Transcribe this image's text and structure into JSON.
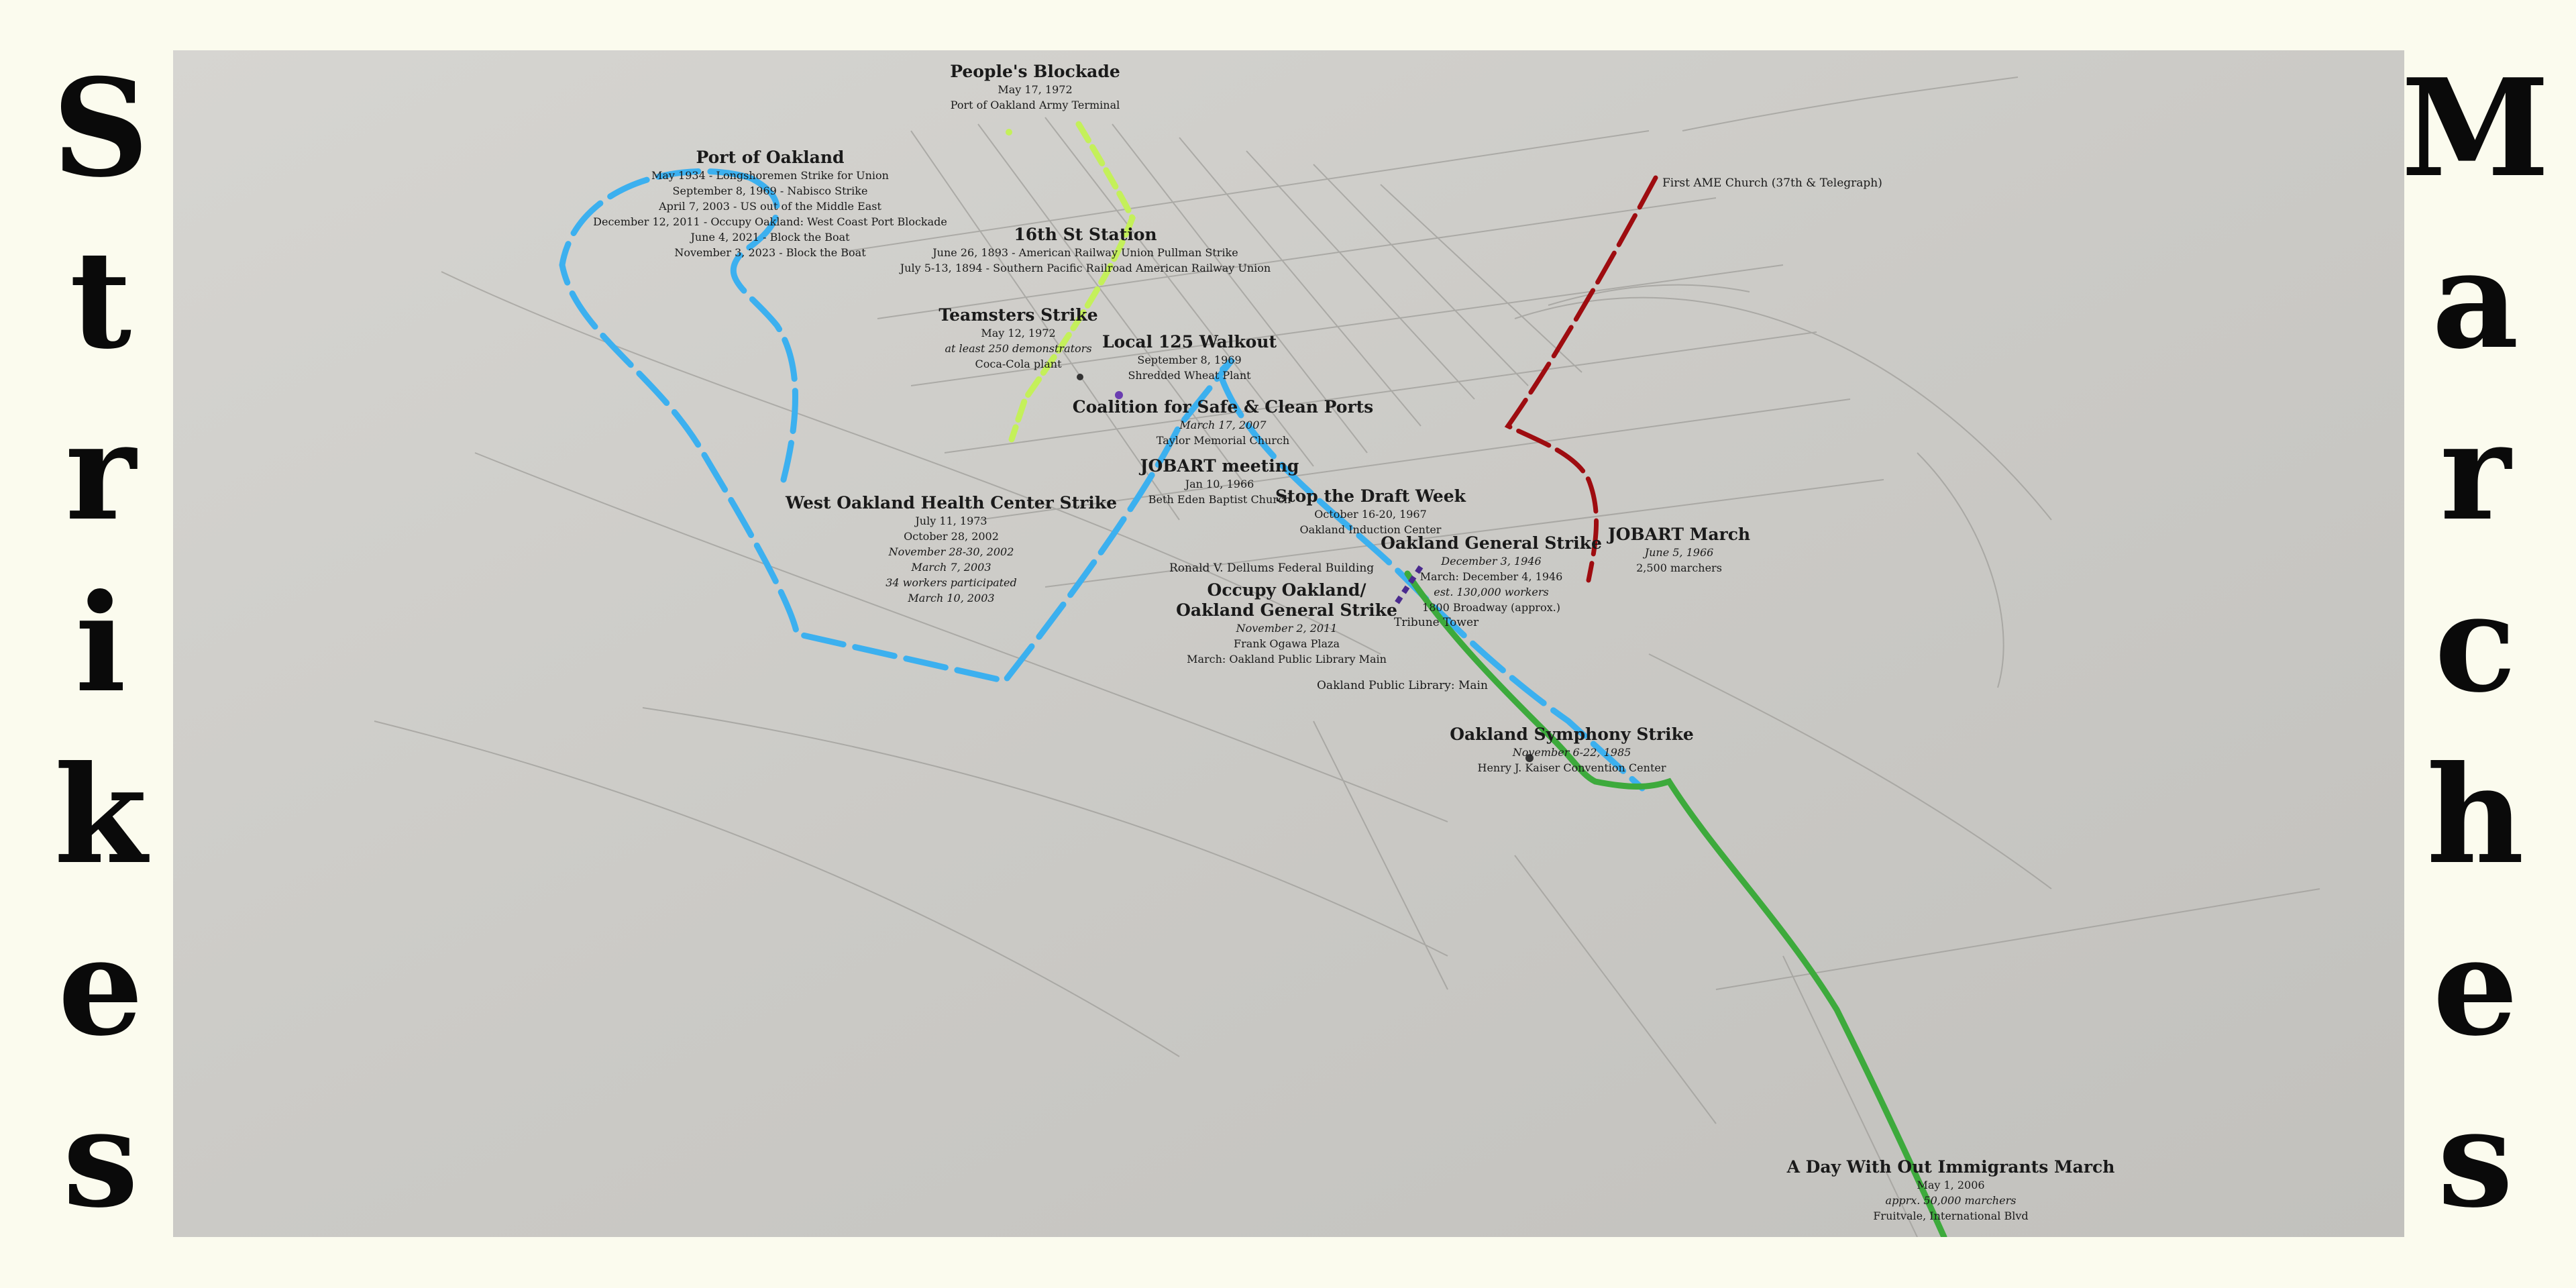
{
  "left_title": [
    "S",
    "t",
    "r",
    "i",
    "k",
    "e",
    "s"
  ],
  "right_title": [
    "M",
    "a",
    "r",
    "c",
    "h",
    "e",
    "s"
  ],
  "colors": {
    "strikes_blue": "#3cb0ef",
    "chartreuse": "#c4f05a",
    "green": "#3daa3c",
    "dark_red": "#9e0c10",
    "purple": "#4a2a8e",
    "paper": "#cfceca"
  },
  "events": {
    "peoples_blockade": {
      "title": "People's Blockade",
      "lines": [
        "May 17, 1972",
        "Port of Oakland Army Terminal"
      ]
    },
    "port_of_oakland": {
      "title": "Port of Oakland",
      "lines": [
        "May 1934 - Longshoremen Strike for Union",
        "September 8, 1969 - Nabisco Strike",
        "April 7, 2003 - US out of the Middle East",
        "December 12, 2011 - Occupy Oakland: West Coast Port Blockade",
        "June 4, 2021 - Block the Boat",
        "November 3, 2023 - Block the Boat"
      ]
    },
    "sixteenth_st": {
      "title": "16th St Station",
      "lines": [
        "June 26, 1893 - American Railway Union Pullman Strike",
        "July 5-13, 1894 - Southern Pacific Railroad American Railway Union"
      ]
    },
    "teamsters": {
      "title": "Teamsters Strike",
      "lines": [
        "May 12, 1972",
        "at least 250 demonstrators",
        "Coca-Cola plant"
      ]
    },
    "local125": {
      "title": "Local 125 Walkout",
      "lines": [
        "September 8, 1969",
        "Shredded Wheat Plant"
      ]
    },
    "coalition": {
      "title": "Coalition for Safe & Clean Ports",
      "lines": [
        "March 17, 2007",
        "Taylor Memorial Church"
      ]
    },
    "jobart_meeting": {
      "title": "JOBART meeting",
      "lines": [
        "Jan 10, 1966",
        "Beth Eden Baptist Church"
      ]
    },
    "west_oakland": {
      "title": "West Oakland Health Center Strike",
      "lines": [
        "July 11, 1973",
        "October 28, 2002",
        "November 28-30, 2002",
        "March 7, 2003",
        "34 workers participated",
        "March 10, 2003"
      ]
    },
    "stop_draft": {
      "title": "Stop the Draft Week",
      "lines": [
        "October 16-20, 1967",
        "Oakland Induction Center"
      ]
    },
    "oakland_general_1946": {
      "title": "Oakland General Strike",
      "lines": [
        "December 3, 1946",
        "March: December 4, 1946",
        "est. 130,000 workers",
        "1800 Broadway (approx.)"
      ]
    },
    "jobart_march": {
      "title": "JOBART March",
      "lines": [
        "June 5, 1966",
        "2,500 marchers"
      ]
    },
    "occupy": {
      "title1": "Occupy Oakland/",
      "title2": "Oakland General Strike",
      "lines": [
        "November 2, 2011",
        "Frank Ogawa Plaza",
        "March: Oakland Public Library Main"
      ]
    },
    "symphony": {
      "title": "Oakland Symphony Strike",
      "lines": [
        "November 6-22, 1985",
        "Henry J. Kaiser Convention Center"
      ]
    },
    "immigrants": {
      "title": "A Day With Out Immigrants March",
      "lines": [
        "May 1, 2006",
        "apprx. 50,000 marchers",
        "Fruitvale, International Blvd"
      ]
    }
  },
  "place_labels": {
    "first_ame": "First AME Church (37th & Telegraph)",
    "dellums": "Ronald V. Dellums Federal Building",
    "tribune": "Tribune Tower",
    "library": "Oakland Public Library: Main"
  }
}
